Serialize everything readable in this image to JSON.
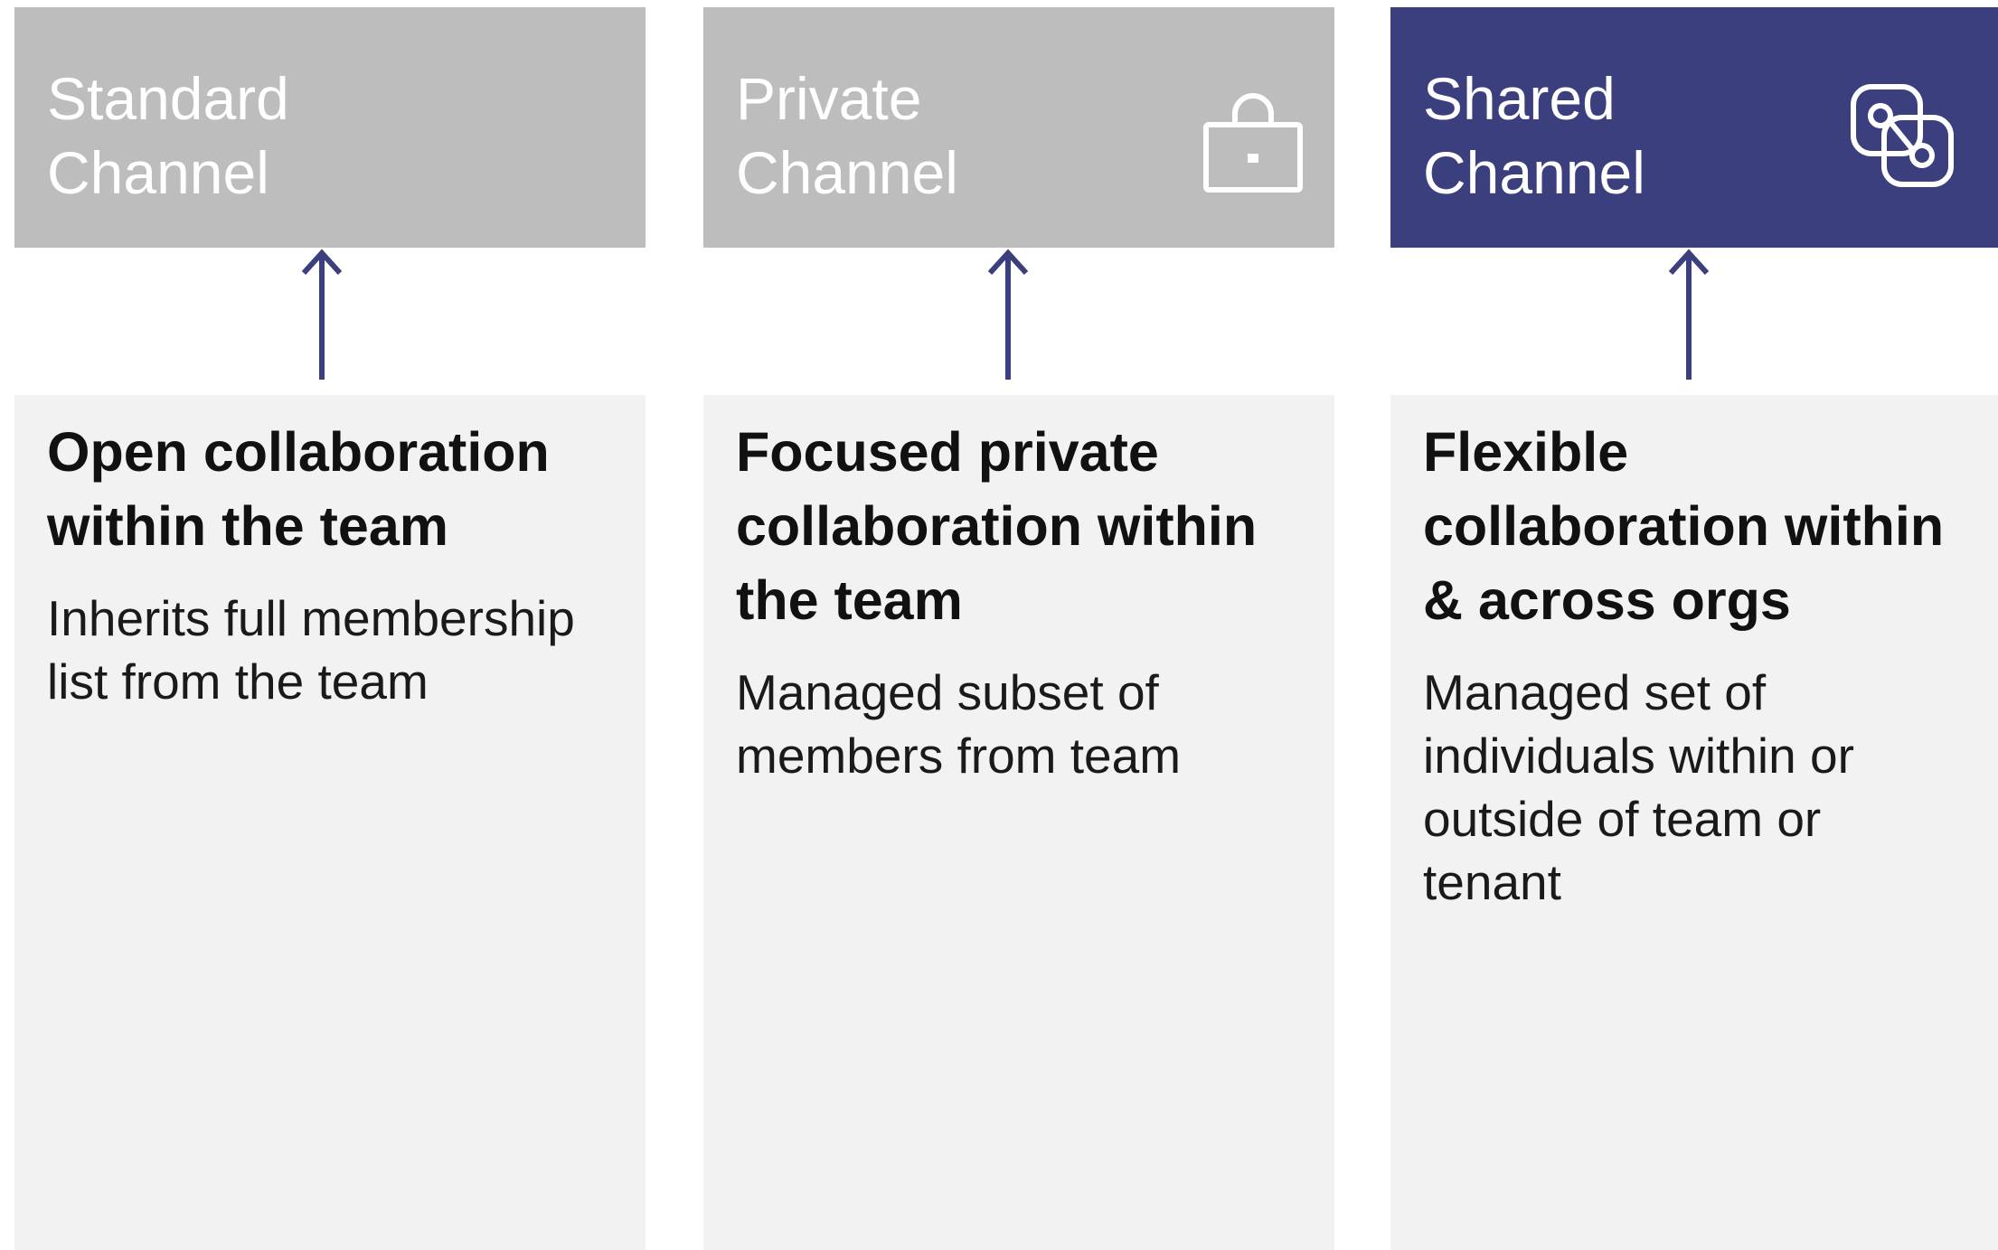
{
  "colors": {
    "header_gray": "#bdbdbd",
    "header_shared": "#3c3f7e",
    "panel_bg": "#f2f2f2",
    "arrow": "#3c3f7e"
  },
  "columns": [
    {
      "header": {
        "title_lines": [
          "Standard",
          "Channel"
        ],
        "icon": ""
      },
      "heading_lines": [
        "Open collaboration",
        "within the team"
      ],
      "desc_lines": [
        "Inherits full membership",
        "list from the team"
      ]
    },
    {
      "header": {
        "title_lines": [
          "Private",
          "Channel"
        ],
        "icon": "lock-icon"
      },
      "heading_lines": [
        "Focused private",
        "collaboration within",
        "the team"
      ],
      "desc_lines": [
        "Managed subset of",
        "members from team"
      ]
    },
    {
      "header": {
        "title_lines": [
          "Shared",
          "Channel"
        ],
        "icon": "link-icon"
      },
      "heading_lines": [
        "Flexible",
        "collaboration within",
        "& across orgs"
      ],
      "desc_lines": [
        "Managed set of",
        "individuals within or",
        "outside of team or",
        "tenant"
      ]
    }
  ]
}
